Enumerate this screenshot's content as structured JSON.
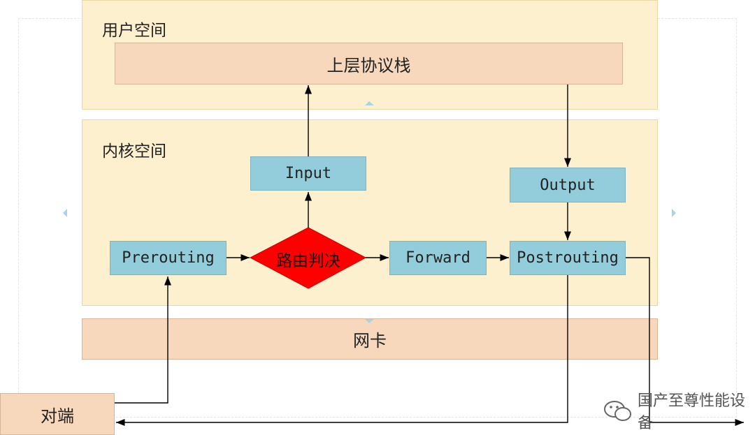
{
  "user_space": {
    "label": "用户空间",
    "stack": "上层协议栈"
  },
  "kernel_space": {
    "label": "内核空间",
    "input": "Input",
    "output": "Output",
    "prerouting": "Prerouting",
    "routing_decision": "路由判决",
    "forward": "Forward",
    "postrouting": "Postrouting"
  },
  "nic": "网卡",
  "peer": "对端",
  "watermark": "国产至尊性能设备",
  "colors": {
    "region_fill": "#fdf0cf",
    "peach_fill": "#f8d8bc",
    "hook_fill": "#93cddb",
    "decision_fill": "#ff0000"
  }
}
